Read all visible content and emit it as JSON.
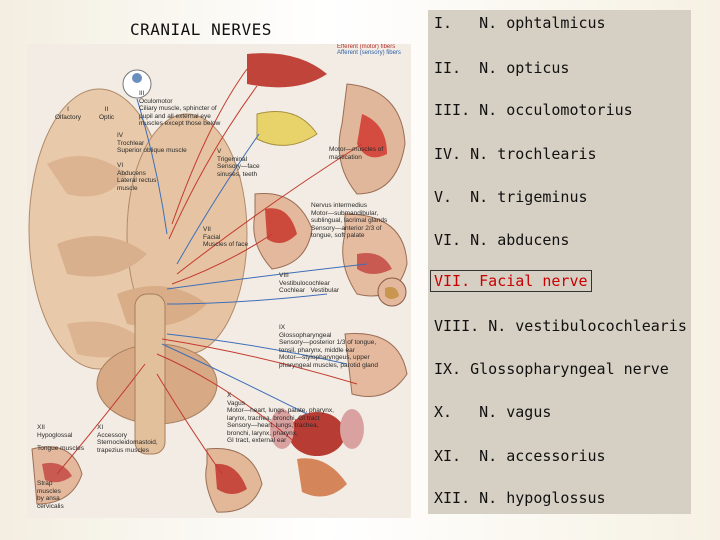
{
  "title": "CRANIAL NERVES",
  "nerves": [
    {
      "num": "I.",
      "name": "N. ophtalmicus"
    },
    {
      "num": "II.",
      "name": "N. opticus"
    },
    {
      "num": "III.",
      "name": "N. occulomotorius"
    },
    {
      "num": "IV.",
      "name": "N. trochlearis"
    },
    {
      "num": "V.",
      "name": "N. trigeminus"
    },
    {
      "num": "VI.",
      "name": "N. abducens"
    },
    {
      "num": "VII.",
      "name": "Facial nerve"
    },
    {
      "num": "VIII.",
      "name": "N. vestibulocochlearis"
    },
    {
      "num": "IX.",
      "name": "Glossopharyngeal nerve"
    },
    {
      "num": "X.",
      "name": "N. vagus"
    },
    {
      "num": "XI.",
      "name": "N. accessorius"
    },
    {
      "num": "XII.",
      "name": "N. hypoglossus"
    }
  ],
  "highlight_color": "#c80000",
  "figure": {
    "legend_efferent": "Efferent (motor) fibers",
    "legend_afferent": "Afferent (sensory) fibers",
    "labels": {
      "olfactory_num": "I",
      "olfactory": "Olfactory",
      "optic_num": "II",
      "optic": "Optic",
      "oculomotor_num": "III",
      "oculomotor": "Oculomotor",
      "oculomotor_desc1": "Ciliary muscle, sphincter of",
      "oculomotor_desc2": "pupil and all external eye",
      "oculomotor_desc3": "muscles except those below",
      "trochlear_num": "IV",
      "trochlear": "Trochlear",
      "trochlear_desc": "Superior oblique muscle",
      "abducens_num": "VI",
      "abducens": "Abducens",
      "abducens_desc1": "Lateral rectus",
      "abducens_desc2": "muscle",
      "trigeminal_num": "V",
      "trigeminal": "Trigeminal",
      "trigeminal_desc1": "Sensory—face",
      "trigeminal_desc2": "sinuses, teeth",
      "trigeminal_motor1": "Motor—muscles of",
      "trigeminal_motor2": "mastication",
      "facial_num": "VII",
      "facial": "Facial",
      "facial_desc": "Muscles of face",
      "intermedius1": "Nervus intermedius",
      "intermedius2": "Motor—submandibular,",
      "intermedius3": "sublingual, lacrimal glands",
      "intermedius4": "Sensory—anterior 2/3 of",
      "intermedius5": "tongue, soft palate",
      "vestibulo_num": "VIII",
      "vestibulo": "Vestibulocochlear",
      "cochlear": "Cochlear",
      "vestibular": "Vestibular",
      "glosso_num": "IX",
      "glosso": "Glossopharyngeal",
      "glosso_desc1": "Sensory—posterior 1/3 of tongue,",
      "glosso_desc2": "tonsil, pharynx, middle ear",
      "glosso_desc3": "Motor—stylopharyngeus, upper",
      "glosso_desc4": "pharyngeal muscles, parotid gland",
      "vagus_num": "X",
      "vagus": "Vagus",
      "vagus_desc1": "Motor—heart, lungs, palate, pharynx,",
      "vagus_desc2": "larynx, trachea, bronchi, GI tract",
      "vagus_desc3": "Sensory—heart, lungs, trachea,",
      "vagus_desc4": "bronchi, larynx, pharynx,",
      "vagus_desc5": "GI tract, external ear",
      "accessory_num": "XI",
      "accessory": "Accessory",
      "accessory_desc1": "Sternocleidomastoid,",
      "accessory_desc2": "trapezius muscles",
      "hypoglossal_num": "XII",
      "hypoglossal": "Hypoglossal",
      "hypoglossal_desc": "Tongue muscles",
      "strap1": "Strap",
      "strap2": "muscles",
      "strap3": "by ansa",
      "strap4": "cervicalis"
    }
  }
}
